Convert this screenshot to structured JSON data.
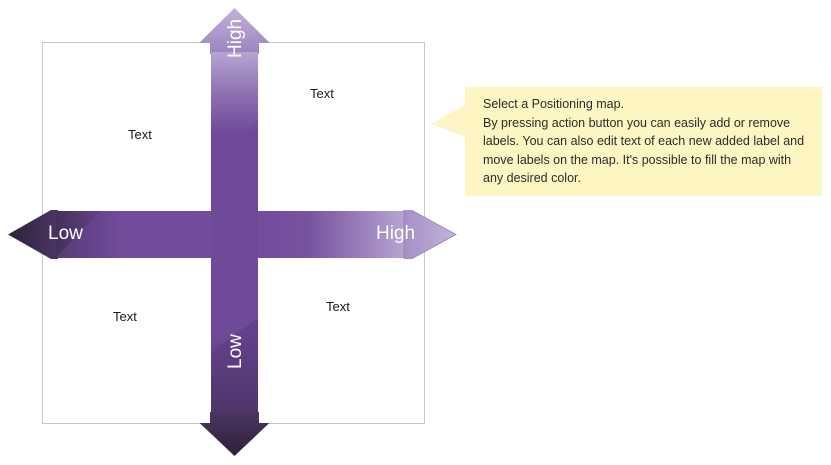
{
  "diagram": {
    "type": "positioning-map",
    "axes": {
      "vertical": {
        "high_label": "High",
        "low_label": "Low"
      },
      "horizontal": {
        "low_label": "Low",
        "high_label": "High"
      }
    },
    "quadrants": [
      {
        "position": "top-left",
        "label": "Text"
      },
      {
        "position": "top-right",
        "label": "Text"
      },
      {
        "position": "bottom-left",
        "label": "Text"
      },
      {
        "position": "bottom-right",
        "label": "Text"
      }
    ],
    "colors": {
      "arrow_body": "#6f4a99",
      "arrow_dark": "#3d2a4f",
      "arrow_light": "#a995c8",
      "frame_border": "#c6c6c6",
      "quadrant_fill": "#ffffff",
      "axis_label_text": "#ffffff"
    }
  },
  "callout": {
    "text": "Select a Positioning map.\nBy pressing action button you can easily add or remove labels. You can also edit text of each new  added label and move labels on the map. It's possible to fill the map with any desired color.",
    "background": "#fdf6c3",
    "text_color": "#2b2b2b"
  }
}
